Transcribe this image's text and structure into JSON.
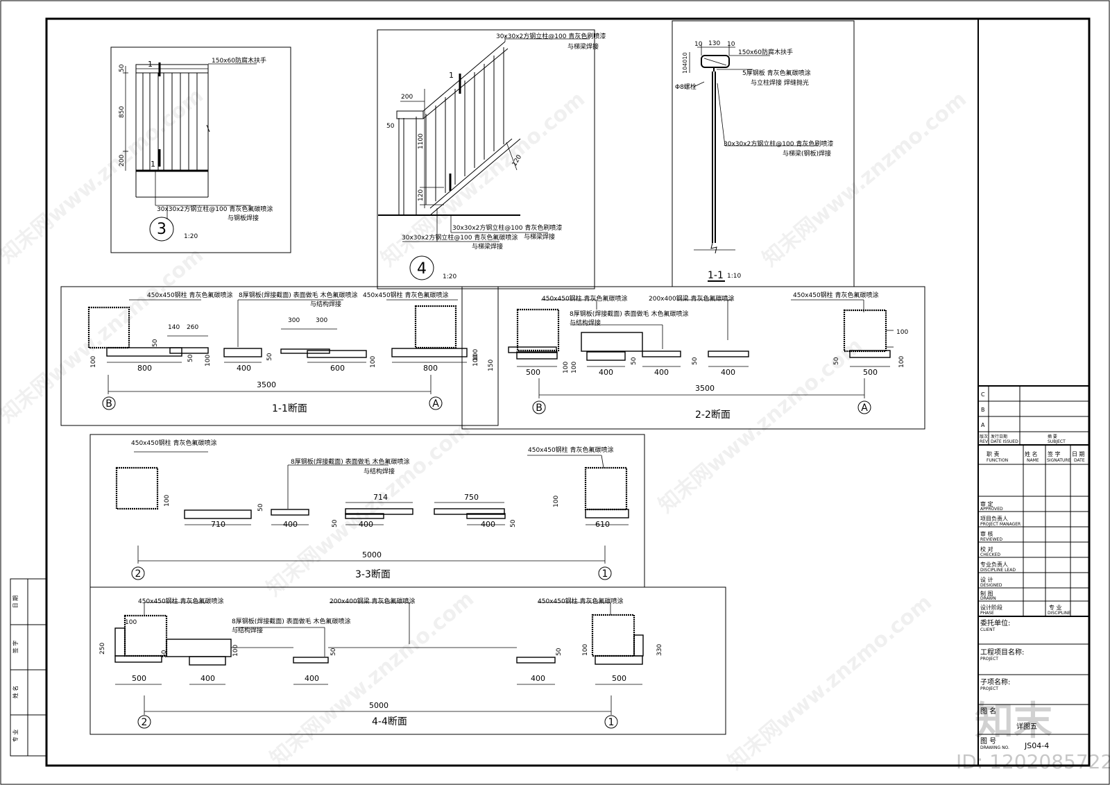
{
  "detail3": {
    "handrail_note": "150x60防腐木扶手",
    "post_note_1": "30x30x2方钢立柱@100  青灰色氟碳喷涂",
    "post_note_2": "与钢板焊接",
    "dims": [
      "50",
      "850",
      "200"
    ],
    "section_mark": "1",
    "number": "3",
    "scale": "1:20"
  },
  "detail4": {
    "top_note_1": "30x30x2方钢立柱@100  青灰色刷喷漆",
    "top_note_2": "与梯梁焊接",
    "section_mark": "1",
    "dims": [
      "200",
      "50",
      "1100",
      "120",
      "120"
    ],
    "bottom_note_a1": "30x30x2方钢立柱@100  青灰色氟碳喷涂",
    "bottom_note_a2": "与梯梁焊接",
    "bottom_note_b1": "30x30x2方钢立柱@100  青灰色刷喷漆",
    "bottom_note_b2": "与梯梁焊接",
    "number": "4",
    "scale": "1:20"
  },
  "section11detail": {
    "dims_top": [
      "10",
      "130",
      "10"
    ],
    "dims_side": "104010",
    "handrail_note": "150x60防腐木扶手",
    "plate_note_1": "5厚钢板  青灰色氟碳喷涂",
    "plate_note_2": "与立柱焊接  焊缝抛光",
    "bolt_note": "Φ8螺栓",
    "post_note_1": "30x30x2方钢立柱@100  青灰色刷喷漆",
    "post_note_2": "与梯梁(钢板)焊接",
    "title": "1-1",
    "scale": "1:10"
  },
  "section1": {
    "title": "1-1断面",
    "col_note_left": "450x450钢柱  青灰色氟碳喷涂",
    "plate_note_1": "8厚钢板(焊接截面)  表面做毛  木色氟碳喷涂",
    "plate_note_2": "与结构焊接",
    "col_note_right": "450x450钢柱  青灰色氟碳喷涂",
    "dims": [
      "140",
      "260",
      "300",
      "300",
      "50",
      "100",
      "100",
      "50",
      "50",
      "100",
      "100",
      "150",
      "800",
      "400",
      "600",
      "800"
    ],
    "total": "3500",
    "axis_left": "B",
    "axis_right": "A"
  },
  "section2": {
    "title": "2-2断面",
    "col_note_left": "450x450钢柱  青灰色氟碳喷涂",
    "beam_note": "200x400钢梁  青灰色氟碳喷涂",
    "col_note_right": "450x450钢柱  青灰色氟碳喷涂",
    "plate_note_1": "8厚钢板(焊接截面)  表面做毛  木色氟碳喷涂",
    "plate_note_2": "与结构焊接",
    "dims": [
      "100",
      "100",
      "100",
      "50",
      "50",
      "50",
      "100",
      "100"
    ],
    "widths": [
      "500",
      "400",
      "400",
      "400",
      "500"
    ],
    "total": "3500",
    "axis_left": "B",
    "axis_right": "A"
  },
  "section3": {
    "title": "3-3断面",
    "col_note_left": "450x450钢柱  青灰色氟碳喷涂",
    "plate_note_1": "8厚钢板(焊接截面)  表面做毛  木色氟碳喷涂",
    "plate_note_2": "与结构焊接",
    "col_note_right": "450x450钢柱  青灰色氟碳喷涂",
    "dims": [
      "100",
      "50",
      "50",
      "50",
      "100"
    ],
    "widths": [
      "710",
      "400",
      "714",
      "400",
      "750",
      "400",
      "610"
    ],
    "total": "5000",
    "axis_left": "2",
    "axis_right": "1"
  },
  "section4": {
    "title": "4-4断面",
    "col_note_left": "450x450钢柱  青灰色氟碳喷涂",
    "beam_note": "200x400钢梁  青灰色氟碳喷涂",
    "col_note_right": "450x450钢柱  青灰色氟碳喷涂",
    "plate_note_1": "8厚钢板(焊接截面)  表面做毛  木色氟碳喷涂",
    "plate_note_2": "与结构焊接",
    "dims": [
      "100",
      "250",
      "50",
      "100",
      "50",
      "50",
      "100",
      "330"
    ],
    "widths": [
      "500",
      "400",
      "400",
      "400",
      "500"
    ],
    "total": "5000",
    "axis_left": "2",
    "axis_right": "1"
  },
  "title_block": {
    "rev_rows": [
      "C",
      "B",
      "A"
    ],
    "rev_header": [
      "版次",
      "发行日期",
      "摘    要"
    ],
    "rev_header_en": [
      "REV",
      "DATE ISSUED",
      "SUBJECT"
    ],
    "role_header": [
      "职    责",
      "姓  名",
      "签  字",
      "日 期"
    ],
    "role_header_en": [
      "FUNCTION",
      "NAME",
      "SIGNATURE",
      "DATE"
    ],
    "roles": [
      {
        "cn": "审    定",
        "en": "APPROVED"
      },
      {
        "cn": "项目负责人",
        "en": "PROJECT MANAGER"
      },
      {
        "cn": "审    核",
        "en": "REVIEWED"
      },
      {
        "cn": "校    对",
        "en": "CHECKED"
      },
      {
        "cn": "专业负责人",
        "en": "DISCIPLINE LEAD"
      },
      {
        "cn": "设    计",
        "en": "DESIGNED"
      },
      {
        "cn": "制    图",
        "en": "DRAWN"
      },
      {
        "cn": "设计阶段",
        "en": "PHASE"
      }
    ],
    "discipline_cn": "专  业",
    "discipline_en": "DISCIPLINE",
    "client_cn": "委托单位:",
    "client_en": "CLIENT",
    "project_cn": "工程项目名称:",
    "project_en": "PROJECT",
    "subproject_cn": "子项名称:",
    "subproject_en": "PROJECT",
    "drawing_title_cn": "图  名",
    "drawing_title_value": "详图五",
    "drawing_no_cn": "图  号",
    "drawing_no_en": "DRAWING NO.",
    "drawing_no": "JS04-4"
  },
  "left_strip": [
    "日 期",
    "签 字",
    "姓 名",
    "专 业"
  ],
  "watermark": {
    "text": "知末网www.znzmo.com",
    "logo": "知末",
    "id": "ID: 1202085722"
  }
}
